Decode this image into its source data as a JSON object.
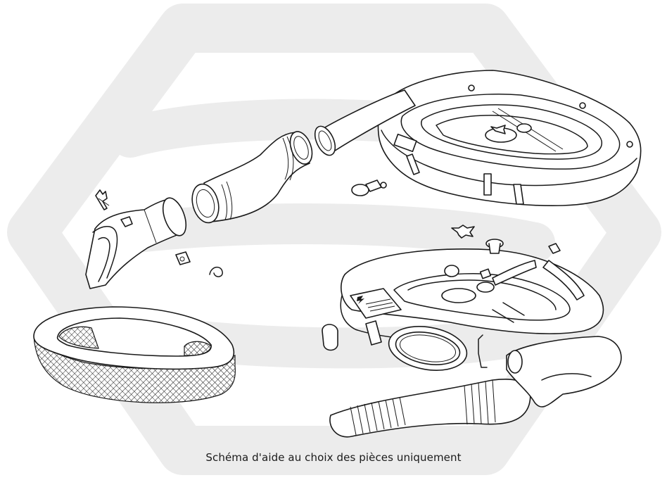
{
  "caption": "Schéma d'aide au choix des pièces uniquement",
  "colors": {
    "watermark": "#ececec",
    "line": "#1a1a1a",
    "background": "#ffffff"
  },
  "parts": [
    "air-cleaner-housing-cover",
    "wing-nut",
    "intake-snorkel-tube",
    "intake-elbow-hose",
    "fresh-air-duct",
    "clip-bracket",
    "lock-nut",
    "spring-clip",
    "air-filter-element",
    "air-cleaner-housing-base",
    "warning-label",
    "rubber-seal-ring",
    "hose-clamp",
    "corrugated-hose",
    "pcv-hose",
    "grommet"
  ]
}
